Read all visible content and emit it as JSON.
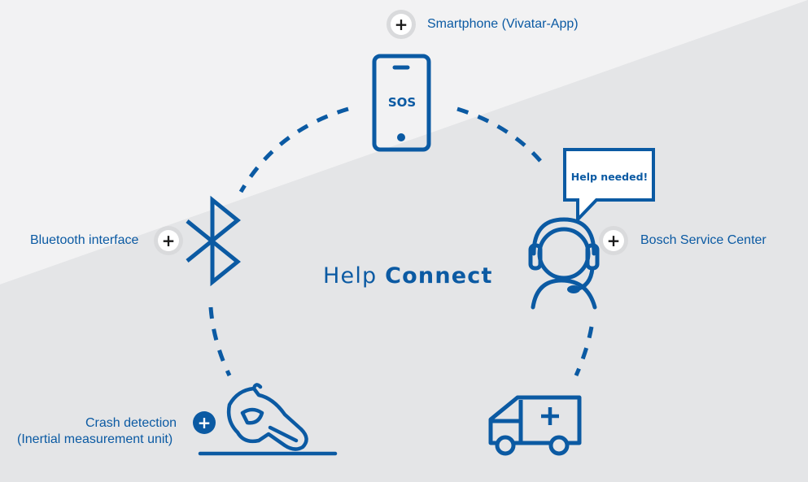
{
  "title": {
    "light": "Help",
    "bold": "Connect"
  },
  "nodes": {
    "smartphone": {
      "label": "Smartphone (Vivatar-App)",
      "screen_text": "SOS",
      "button": "+"
    },
    "bluetooth": {
      "label": "Bluetooth interface",
      "button": "+"
    },
    "service_center": {
      "label": "Bosch Service Center",
      "bubble_text": "Help needed!",
      "button": "+"
    },
    "crash": {
      "label_line1": "Crash detection",
      "label_line2": "(Inertial measurement unit)",
      "button": "+"
    },
    "ambulance": {}
  },
  "colors": {
    "primary": "#0b5aa3",
    "background": "#e3e4e6",
    "highlight": "#f3f3f4"
  }
}
